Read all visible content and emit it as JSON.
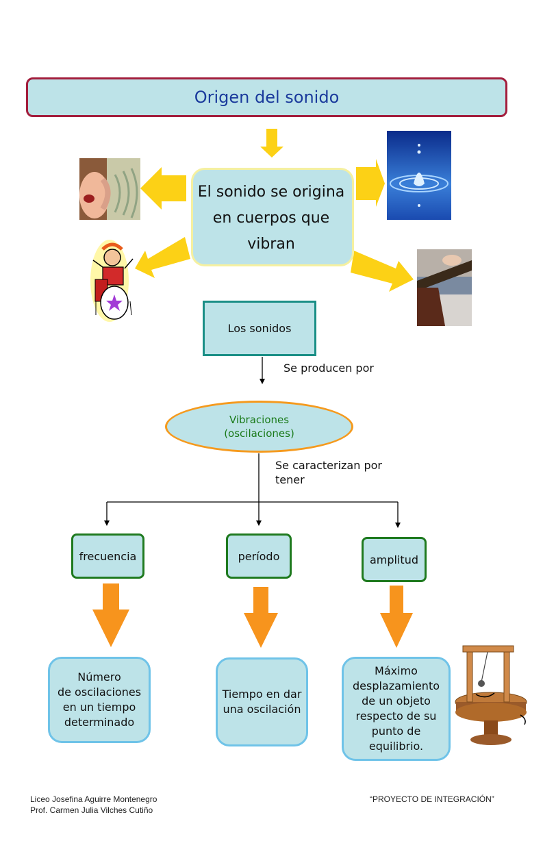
{
  "title": "Origen del sonido",
  "center": {
    "line1": "El sonido se origina",
    "line2": "en cuerpos que",
    "line3": "vibran"
  },
  "los_sonidos": "Los sonidos",
  "se_producen_por": "Se producen por",
  "vibraciones": {
    "line1": "Vibraciones",
    "line2": "(oscilaciones)"
  },
  "se_caracterizan": {
    "line1": "Se caracterizan por",
    "line2": "tener"
  },
  "properties": [
    {
      "name": "frecuencia",
      "definition": [
        "Número",
        "de oscilaciones",
        "en un tiempo",
        "determinado"
      ]
    },
    {
      "name": "período",
      "definition": [
        "Tiempo en dar",
        "una oscilación"
      ]
    },
    {
      "name": "amplitud",
      "definition": [
        "Máximo",
        "desplazamiento",
        "de un objeto",
        "respecto de su",
        "punto de",
        "equilibrio."
      ]
    }
  ],
  "footer": {
    "school": "Liceo Josefina Aguirre Montenegro",
    "teacher": "Prof. Carmen Julia Vilches Cutiño",
    "project": "“PROYECTO DE INTEGRACIÓN”"
  },
  "colors": {
    "box_fill": "#bde3e8",
    "title_border": "#a31d3c",
    "title_text": "#1a3a9c",
    "yellow_arrow": "#fcd116",
    "orange_arrow": "#f7941d",
    "green_border": "#1f7a1f",
    "teal_border": "#1a8f86"
  },
  "icons": [
    "shouting-woman-image",
    "water-drop-image",
    "drummer-image",
    "violin-bow-image",
    "pendulum-image"
  ]
}
